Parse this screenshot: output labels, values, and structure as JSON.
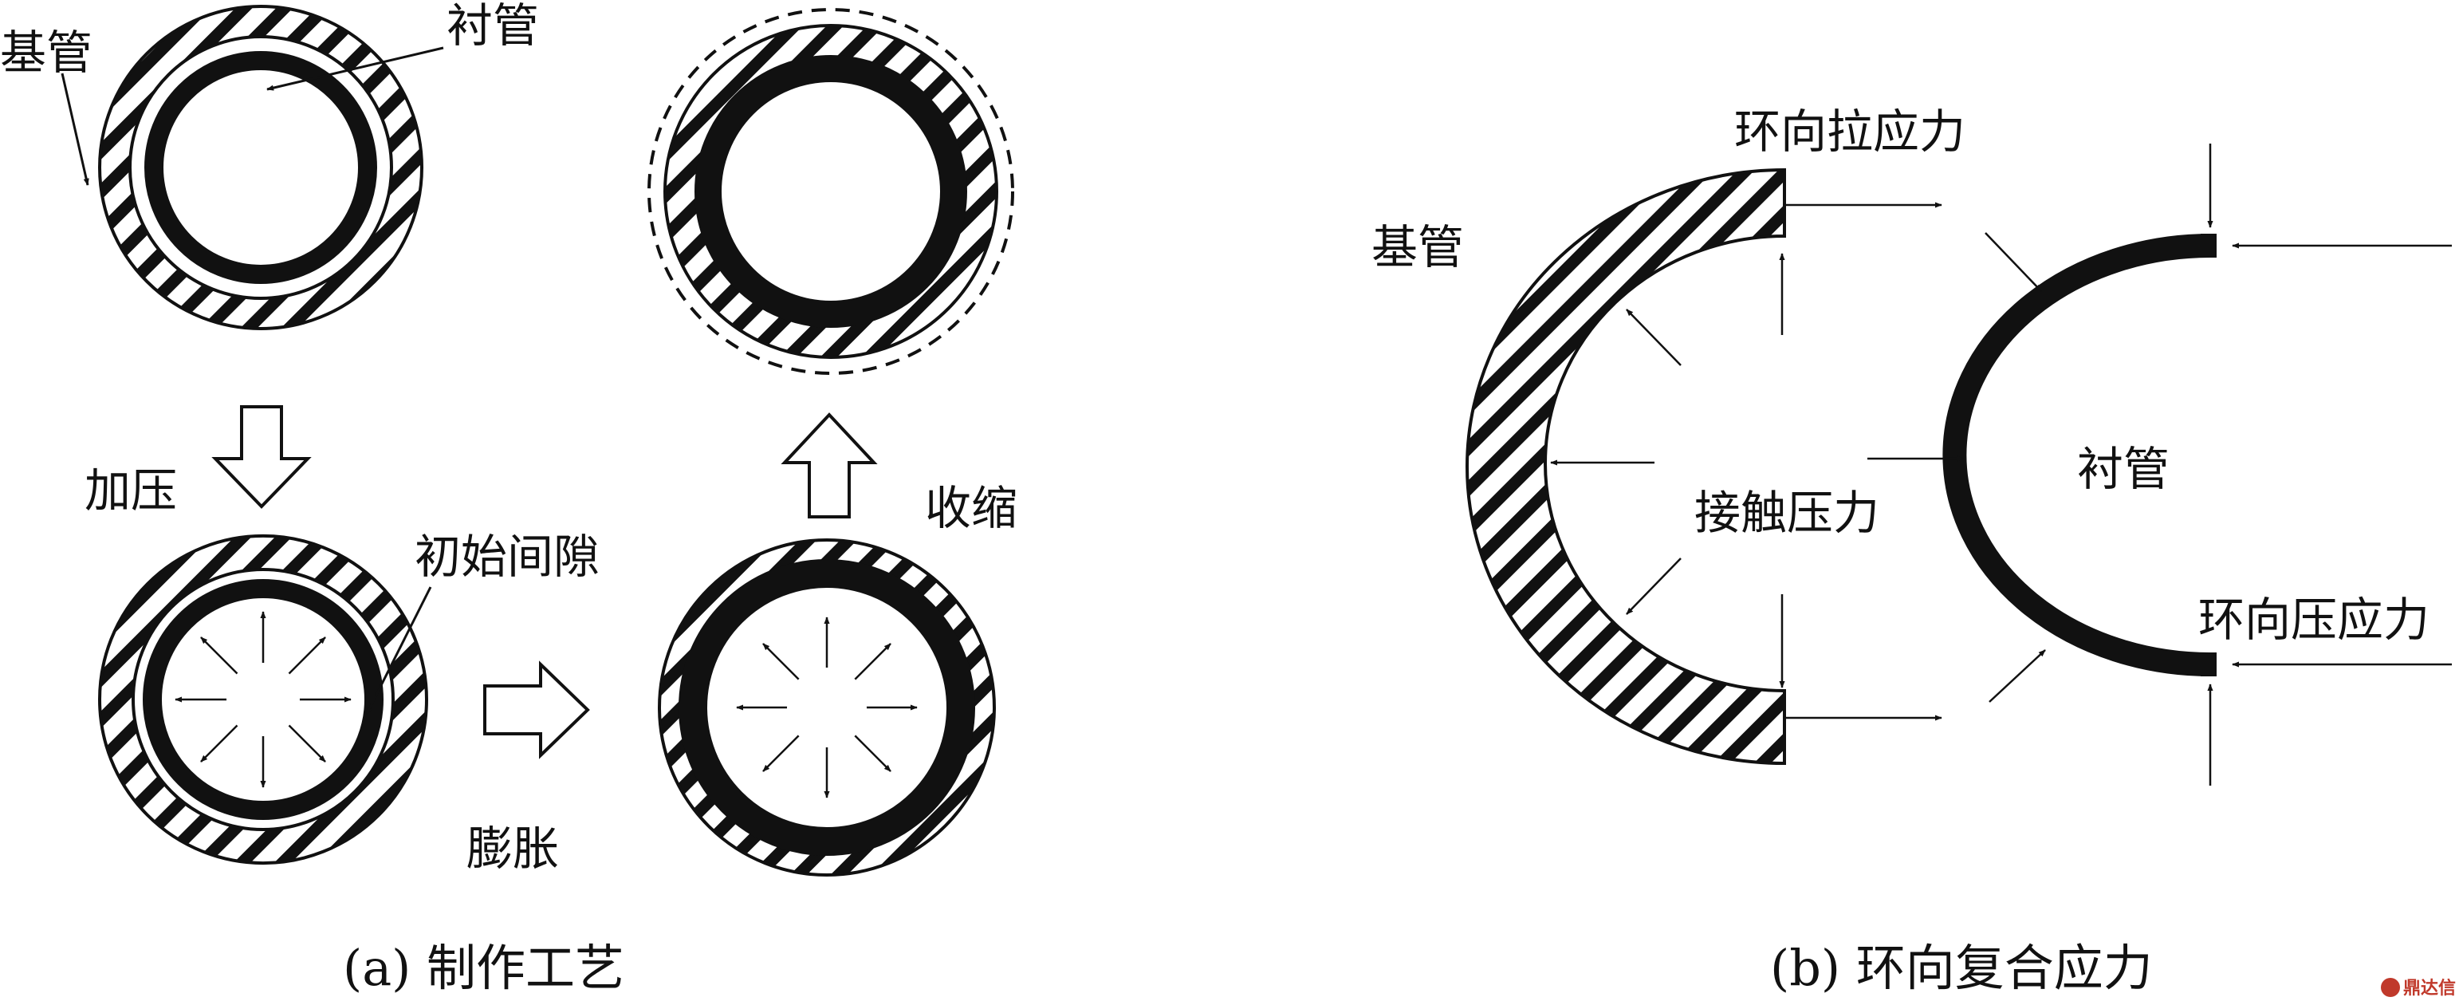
{
  "panel_a": {
    "label_base_pipe": "基管",
    "label_liner": "衬管",
    "label_pressurize": "加压",
    "label_initial_gap": "初始间隙",
    "label_expand": "膨胀",
    "label_shrink": "收缩",
    "caption": "(a) 制作工艺"
  },
  "panel_b": {
    "label_base_pipe": "基管",
    "label_hoop_tensile": "环向拉应力",
    "label_contact_pressure": "接触压力",
    "label_liner": "衬管",
    "label_hoop_compressive": "环向压应力",
    "caption": "(b) 环向复合应力"
  },
  "watermark": {
    "icon": "logo-icon",
    "text": "鼎达信"
  },
  "colors": {
    "ink": "#111111",
    "background": "#ffffff",
    "watermark": "#c0392b"
  }
}
